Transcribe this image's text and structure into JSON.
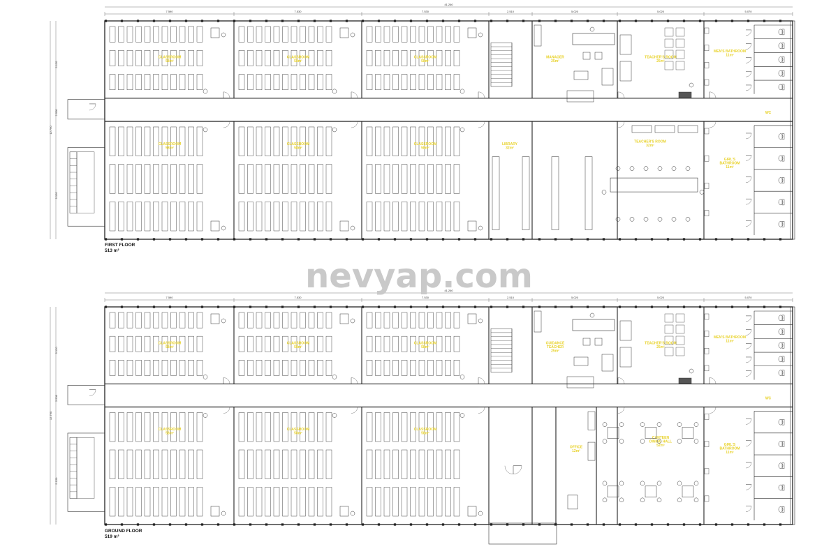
{
  "watermark": "nevyap.com",
  "floors": [
    {
      "key": "first",
      "caption": "FIRST FLOOR",
      "area": "513 m²",
      "total_dim": "41.260",
      "top_dims": [
        "7.590",
        "7.530",
        "7.530",
        "2.510",
        "5.020",
        "5.020",
        "5.070"
      ],
      "side_dims": [
        "5.120",
        "12.790",
        "2.500",
        "5.120"
      ],
      "rooms": [
        {
          "name": "CLASSROOM",
          "area": "58m²"
        },
        {
          "name": "CLASSROOM",
          "area": "58m²"
        },
        {
          "name": "CLASSROOM",
          "area": "58m²"
        },
        {
          "name": "MANAGER",
          "area": "25m²"
        },
        {
          "name": "TEACHER'S ROOM",
          "area": "25m²"
        },
        {
          "name": "MEN'S BATHROOM",
          "area": "11m²"
        },
        {
          "name": "WC",
          "area": ""
        },
        {
          "name": "CLASSROOM",
          "area": "58m²"
        },
        {
          "name": "CLASSROOM",
          "area": "58m²"
        },
        {
          "name": "CLASSROOM",
          "area": "58m²"
        },
        {
          "name": "LIBRARY",
          "area": "32m²"
        },
        {
          "name": "TEACHER'S ROOM",
          "area": "32m²"
        },
        {
          "name": "GIRL'S BATHROOM",
          "area": "11m²"
        }
      ]
    },
    {
      "key": "ground",
      "caption": "GROUND FLOOR",
      "area": "519 m²",
      "total_dim": "41.260",
      "top_dims": [
        "7.590",
        "7.530",
        "7.530",
        "2.510",
        "5.020",
        "5.020",
        "5.070"
      ],
      "side_dims": [
        "5.120",
        "12.790",
        "2.500",
        "5.120"
      ],
      "rooms": [
        {
          "name": "CLASSROOM",
          "area": "58m²"
        },
        {
          "name": "CLASSROOM",
          "area": "58m²"
        },
        {
          "name": "CLASSROOM",
          "area": "58m²"
        },
        {
          "name": "GUIDANCE TEACHER",
          "area": "25m²"
        },
        {
          "name": "TEACHER'S ROOM",
          "area": "25m²"
        },
        {
          "name": "MEN'S BATHROOM",
          "area": "11m²"
        },
        {
          "name": "WC",
          "area": ""
        },
        {
          "name": "CLASSROOM",
          "area": "58m²"
        },
        {
          "name": "CLASSROOM",
          "area": "58m²"
        },
        {
          "name": "CLASSROOM",
          "area": "58m²"
        },
        {
          "name": "OFFICE",
          "area": "12m²"
        },
        {
          "name": "CANTEEN / DINING HALL",
          "area": "52m²"
        },
        {
          "name": "GIRL'S BATHROOM",
          "area": "11m²"
        }
      ]
    }
  ]
}
